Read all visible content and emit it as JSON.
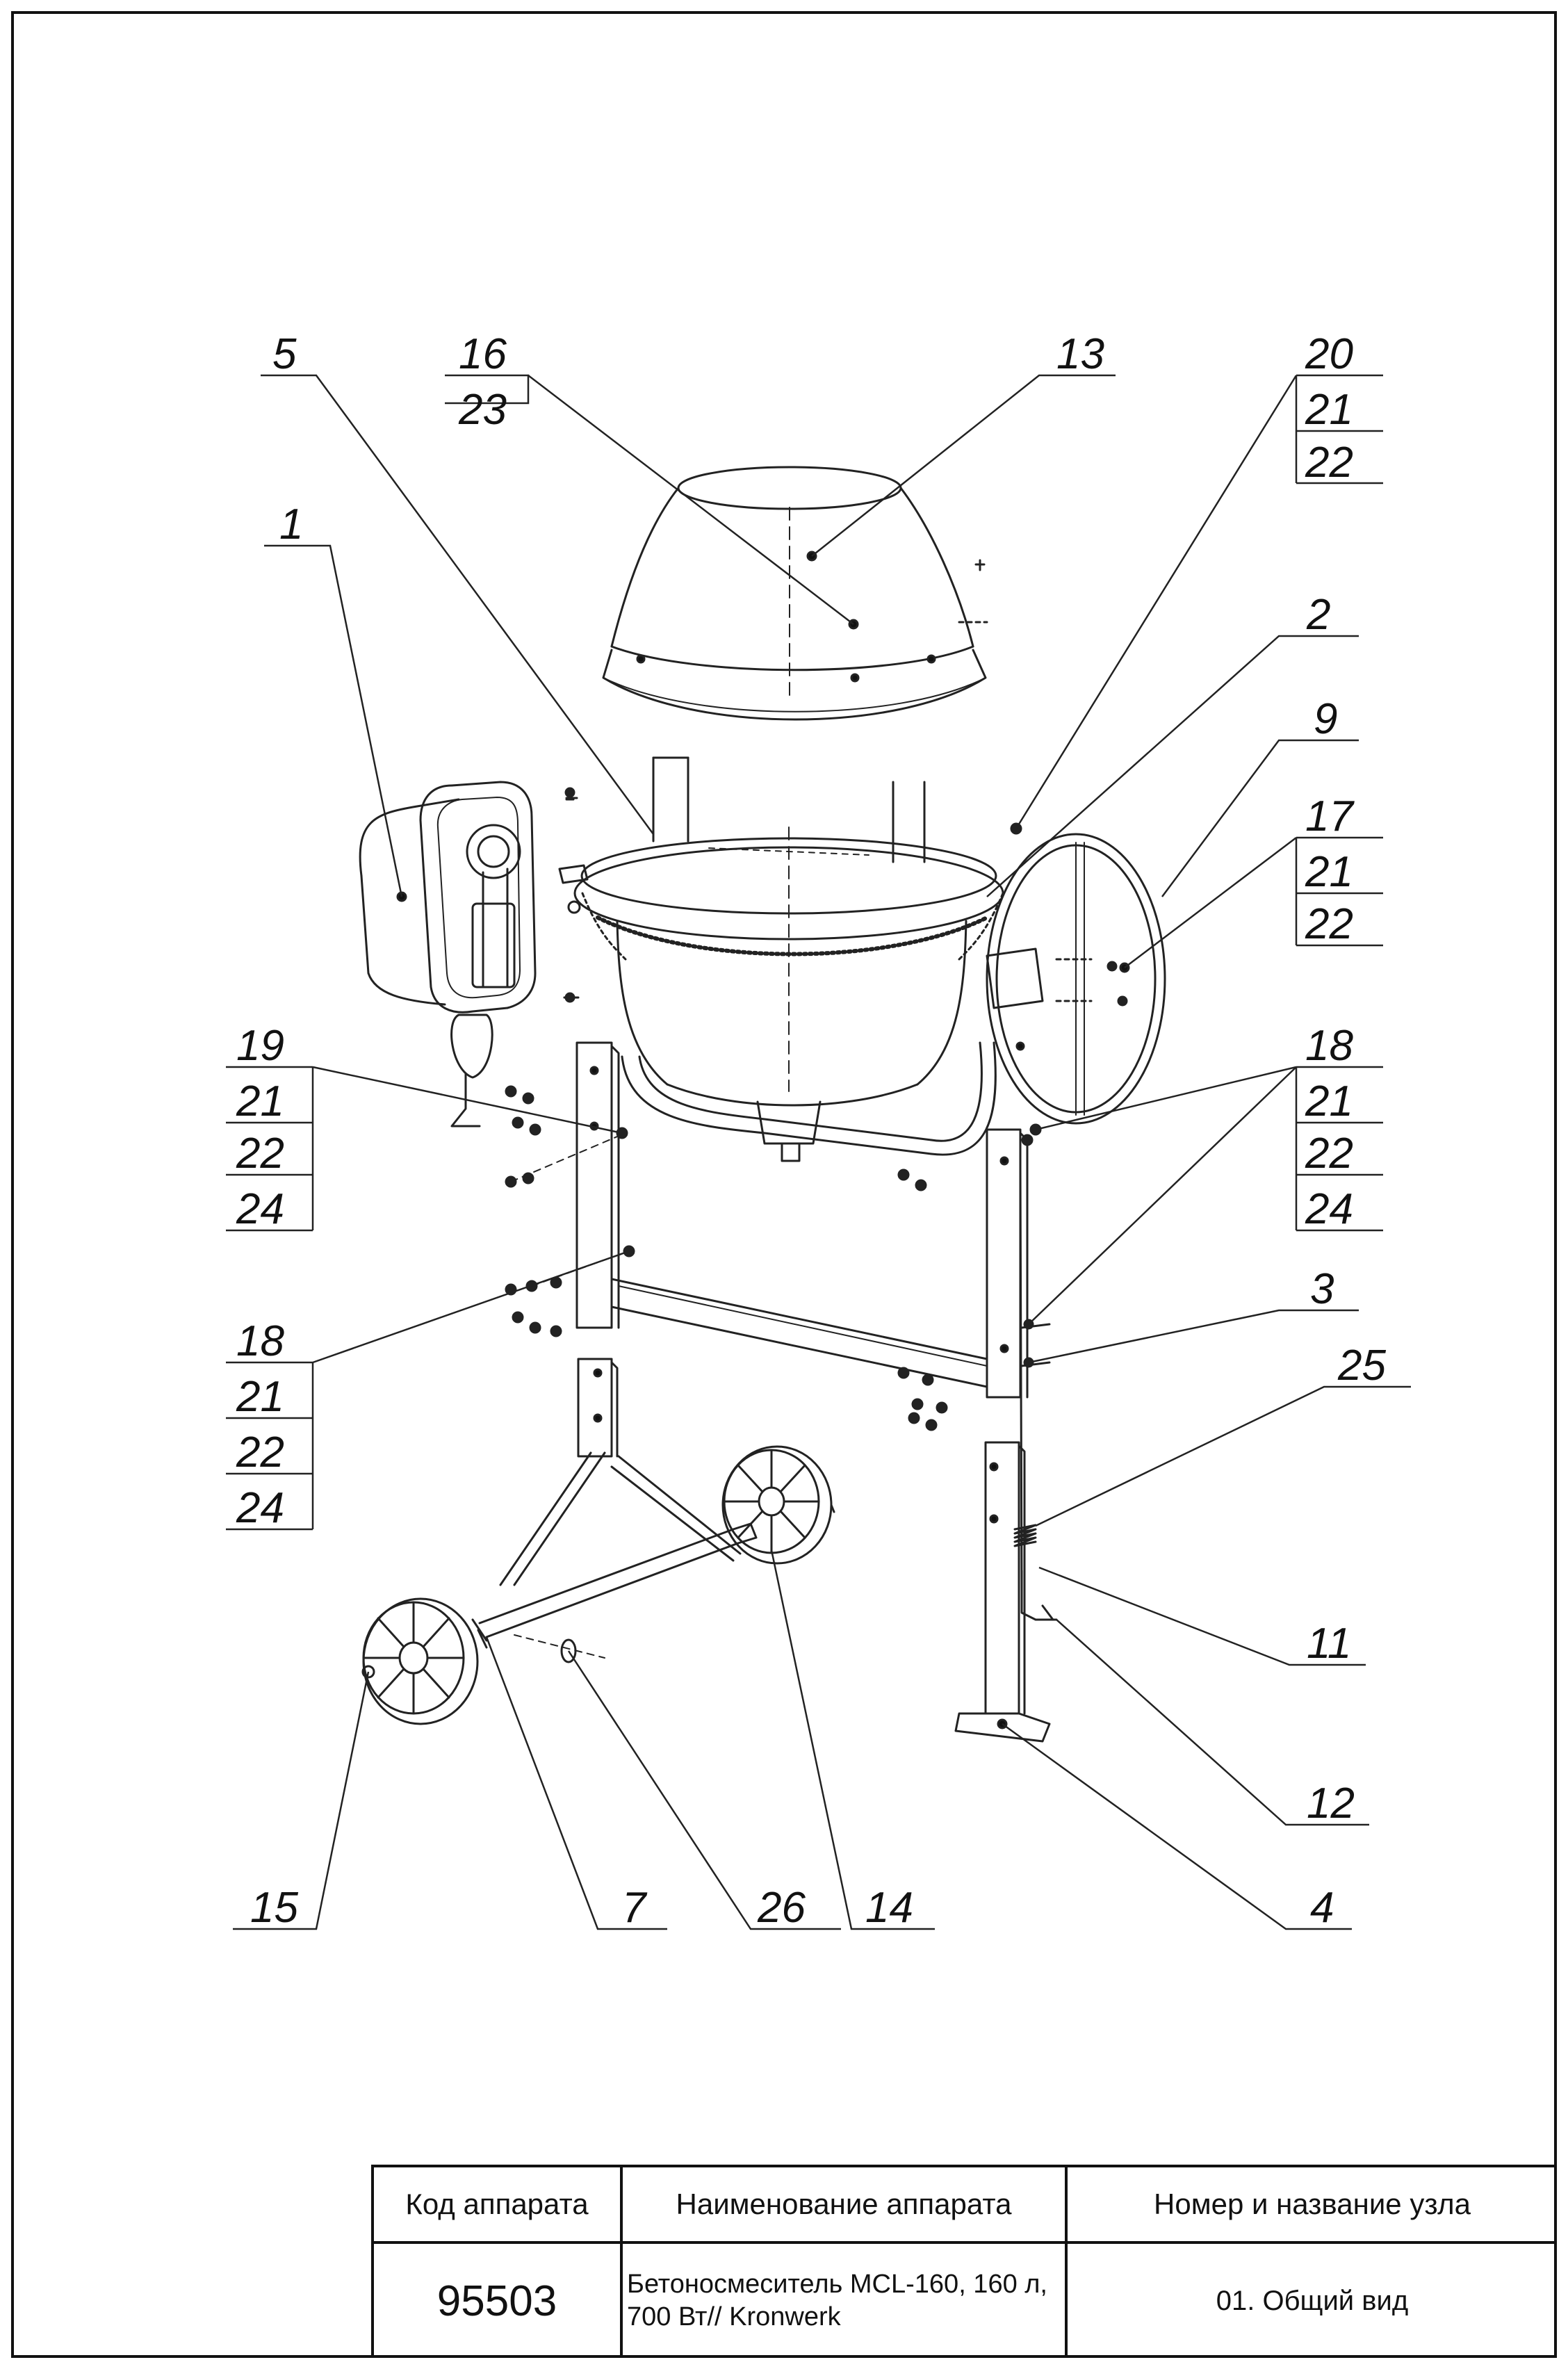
{
  "callouts": {
    "c1": "1",
    "c2": "2",
    "c3": "3",
    "c4": "4",
    "c5": "5",
    "c7": "7",
    "c9": "9",
    "c11": "11",
    "c12": "12",
    "c13": "13",
    "c14": "14",
    "c15": "15",
    "c16": "16",
    "c23": "23",
    "c20": "20",
    "c20_21": "21",
    "c20_22": "22",
    "c17": "17",
    "c17_21": "21",
    "c17_22": "22",
    "c19": "19",
    "c19_21": "21",
    "c19_22": "22",
    "c19_24": "24",
    "c18a": "18",
    "c18a_21": "21",
    "c18a_22": "22",
    "c18a_24": "24",
    "c18b": "18",
    "c18b_21": "21",
    "c18b_22": "22",
    "c18b_24": "24",
    "c25": "25",
    "c26": "26"
  },
  "title_block": {
    "col1_header": "Код аппарата",
    "col2_header": "Наименование аппарата",
    "col3_header": "Номер и название узла",
    "device_code": "95503",
    "device_name_line1": "Бетоносмеситель MCL-160, 160 л,",
    "device_name_line2": "700 Вт// Kronwerk",
    "unit_name": "01. Общий вид"
  }
}
